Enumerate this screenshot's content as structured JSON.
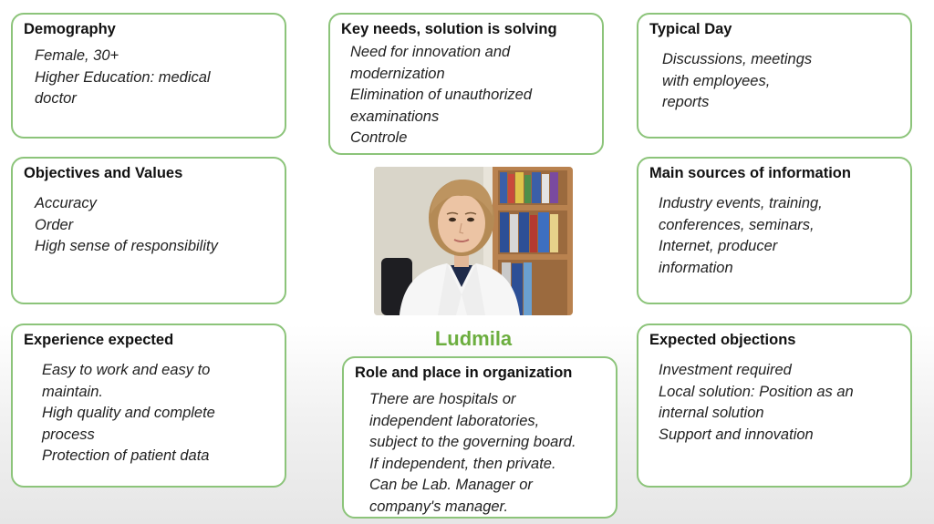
{
  "persona": {
    "name": "Ludmila",
    "photo_icon": "person-portrait-icon"
  },
  "cards": {
    "demography": {
      "title": "Demography",
      "items": [
        "Female, 30+",
        "Higher Education: medical",
        "doctor"
      ]
    },
    "key_needs": {
      "title": "Key needs, solution is solving",
      "items": [
        "Need for innovation and",
        "modernization",
        "Elimination of unauthorized",
        "examinations",
        "Controle"
      ]
    },
    "typical_day": {
      "title": "Typical Day",
      "items": [
        "Discussions, meetings",
        "with employees,",
        "reports"
      ]
    },
    "objectives": {
      "title": "Objectives and Values",
      "items": [
        "Accuracy",
        "Order",
        "High sense of responsibility"
      ]
    },
    "sources": {
      "title": "Main sources of information",
      "items": [
        "Industry events, training,",
        "conferences, seminars,",
        "Internet, producer",
        "information"
      ]
    },
    "experience": {
      "title": "Experience expected",
      "items": [
        "Easy to work and easy to",
        "maintain.",
        "High quality and complete",
        "process",
        "Protection of patient data"
      ]
    },
    "role": {
      "title": "Role and place in organization",
      "items": [
        "There are hospitals or",
        "independent laboratories,",
        "subject to the governing board.",
        "If independent, then private.",
        "Can be Lab. Manager or",
        "company's manager."
      ]
    },
    "objections": {
      "title": "Expected objections",
      "items": [
        "Investment required",
        "Local solution: Position as an",
        "internal solution",
        "Support and innovation"
      ]
    }
  },
  "colors": {
    "border": "#8cc47a",
    "name": "#6cae3f"
  }
}
